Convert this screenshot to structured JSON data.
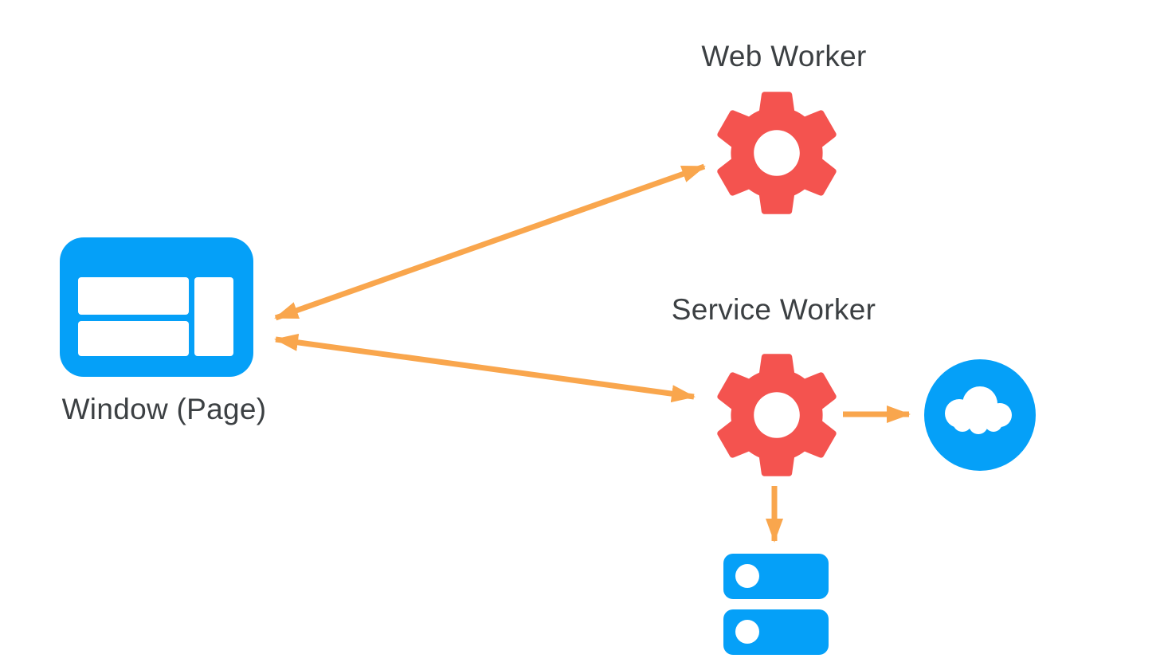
{
  "diagram": {
    "description": "Browser threading diagram showing a page window communicating with a web worker and a service worker; the service worker talks to the network (cloud) and storage (database).",
    "colors": {
      "background": "#ffffff",
      "blue": "#05a0f8",
      "red": "#f4534f",
      "orange": "#f9a64d",
      "label_text": "#3c4043"
    },
    "nodes": [
      {
        "id": "window",
        "label": "Window (Page)",
        "icon": "browser-window-icon"
      },
      {
        "id": "web-worker",
        "label": "Web Worker",
        "icon": "gear-icon"
      },
      {
        "id": "service-worker",
        "label": "Service Worker",
        "icon": "gear-icon"
      },
      {
        "id": "network",
        "label": "",
        "icon": "cloud-icon"
      },
      {
        "id": "storage",
        "label": "",
        "icon": "storage-database-icon"
      }
    ],
    "edges": [
      {
        "from": "window",
        "to": "web-worker",
        "direction": "bidirectional"
      },
      {
        "from": "window",
        "to": "service-worker",
        "direction": "bidirectional"
      },
      {
        "from": "service-worker",
        "to": "network",
        "direction": "forward"
      },
      {
        "from": "service-worker",
        "to": "storage",
        "direction": "forward"
      }
    ]
  }
}
